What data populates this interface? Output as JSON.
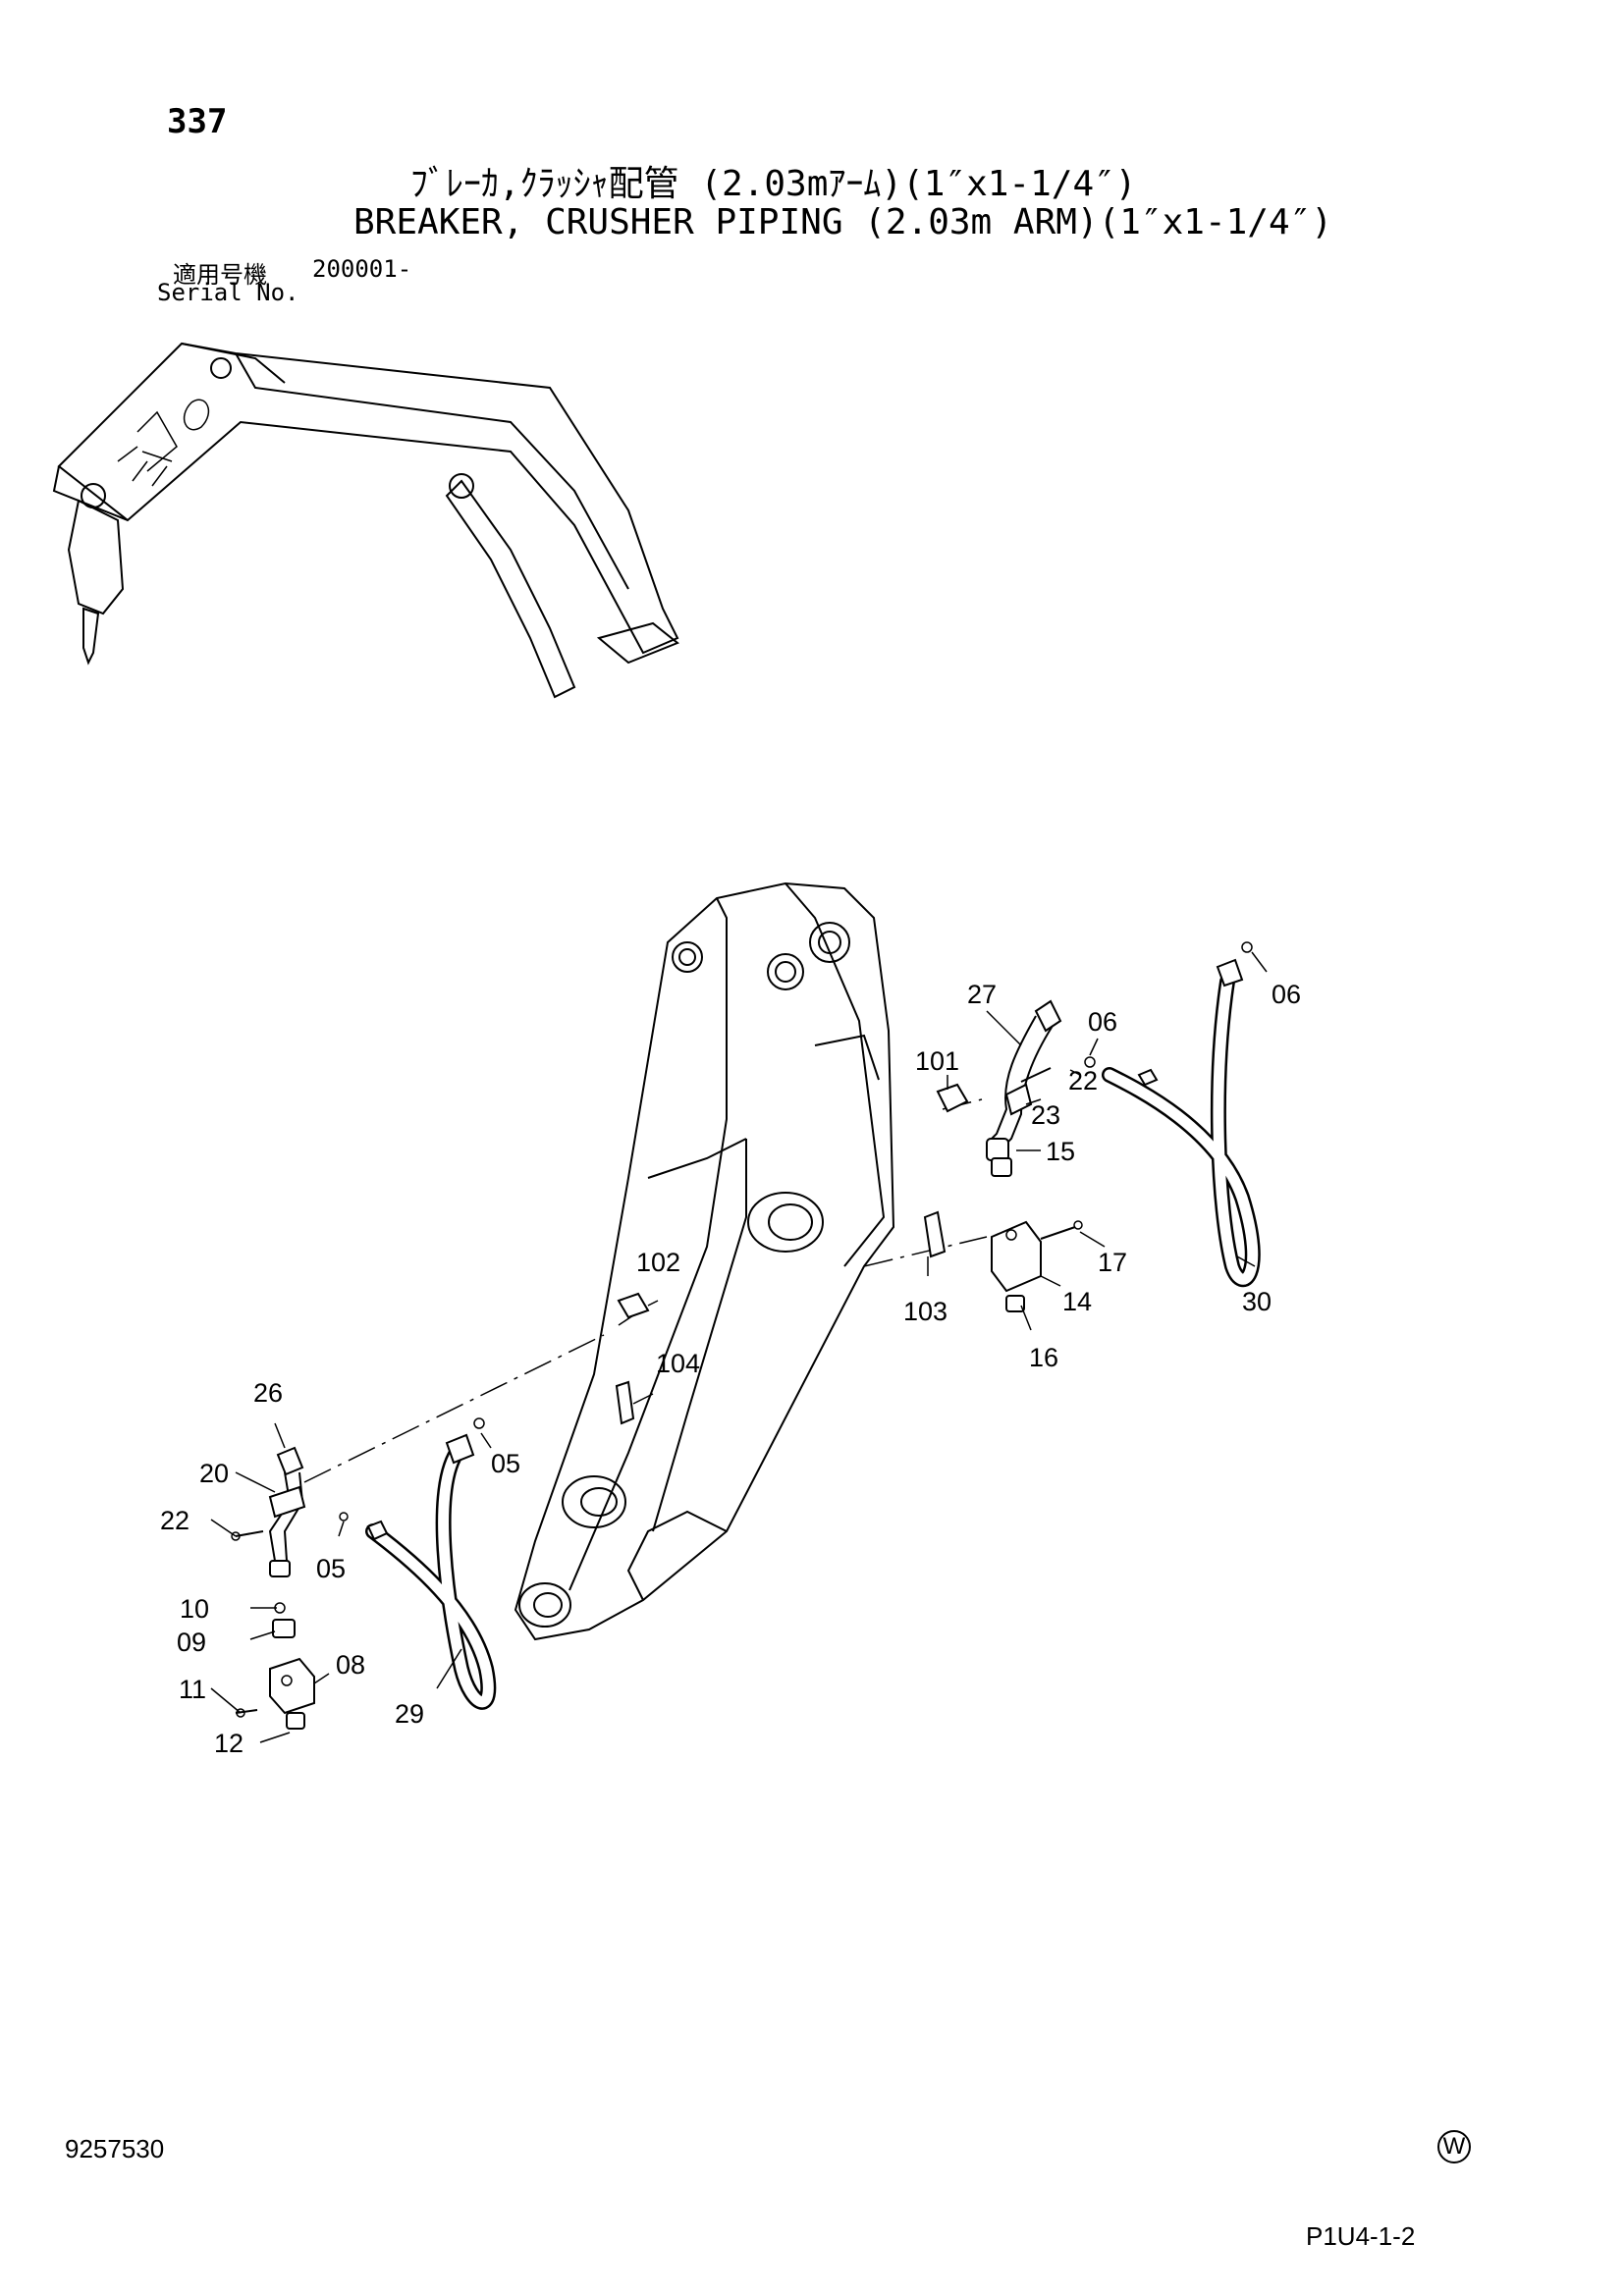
{
  "header": {
    "page_number": "337",
    "title_jp": "ﾌﾞﾚｰｶ,ｸﾗｯｼｬ配管 (2.03mｱｰﾑ)(1″x1-1/4″)",
    "title_en": "BREAKER, CRUSHER PIPING (2.03m ARM)(1″x1-1/4″)",
    "serial_label_jp": "適用号機",
    "serial_label_en": "Serial No.",
    "serial_value": "200001-"
  },
  "callouts": {
    "c27": "27",
    "c06a": "06",
    "c06b": "06",
    "c101": "101",
    "c22a": "22",
    "c23": "23",
    "c15": "15",
    "c17": "17",
    "c14": "14",
    "c16": "16",
    "c103": "103",
    "c30": "30",
    "c102": "102",
    "c104": "104",
    "c26": "26",
    "c20": "20",
    "c22b": "22",
    "c05a": "05",
    "c05b": "05",
    "c10": "10",
    "c09": "09",
    "c08": "08",
    "c11": "11",
    "c12": "12",
    "c29": "29"
  },
  "footer": {
    "doc_number": "9257530",
    "copyright_mark": "W",
    "page_code": "P1U4-1-2"
  }
}
